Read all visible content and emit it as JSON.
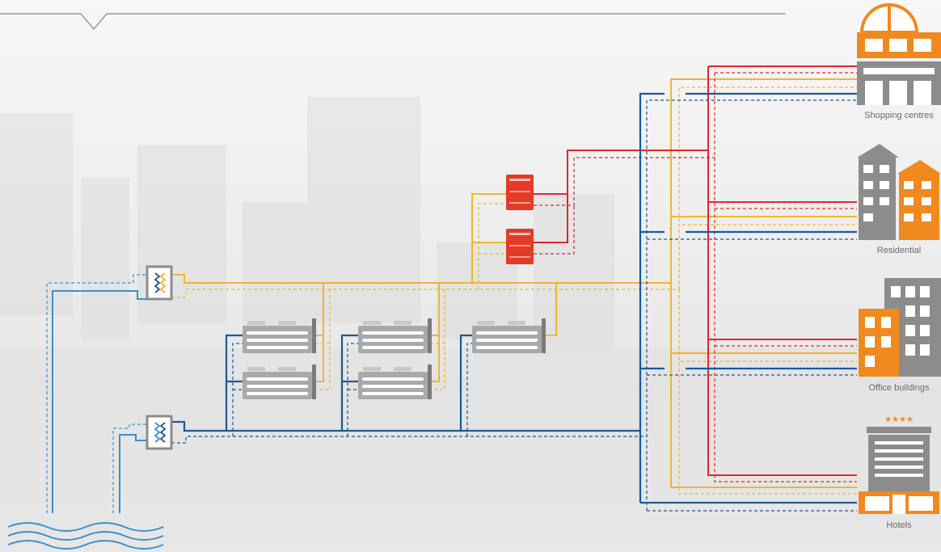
{
  "buildings": {
    "shopping": "Shopping centres",
    "residential": "Residential",
    "office": "Office buildings",
    "hotels": "Hotels"
  },
  "colors": {
    "hot": "#e4262b",
    "warm": "#f1b52c",
    "cold": "#1a5a98",
    "source": "#3f8fc8",
    "building_orange": "#f08a1f",
    "building_grey": "#8c8c8c",
    "chiller": "#a9a9a9",
    "heat_pump": "#e33b26"
  }
}
